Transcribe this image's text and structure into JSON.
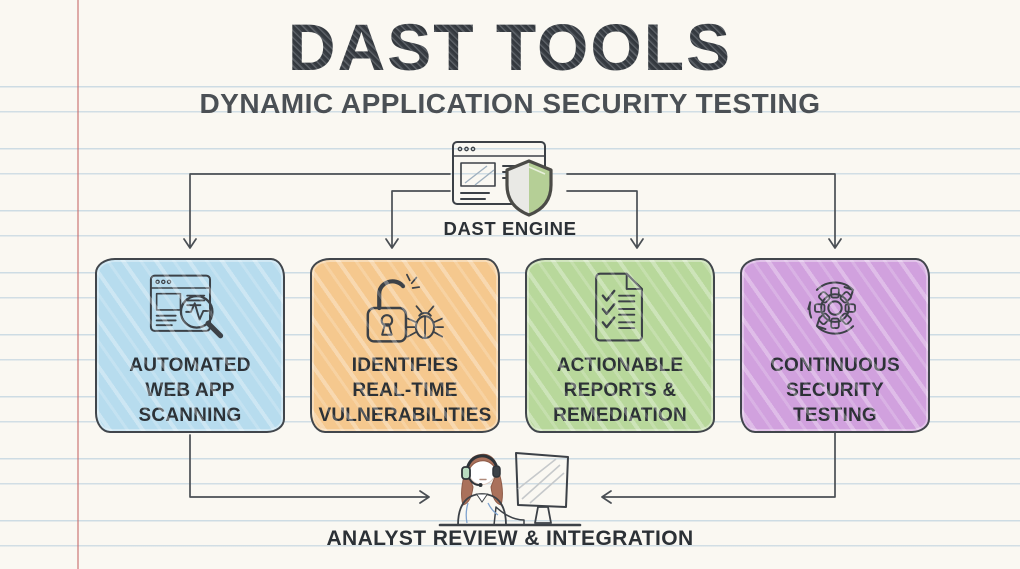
{
  "title": "DAST TOOLS",
  "subtitle": "DYNAMIC APPLICATION SECURITY TESTING",
  "engine": {
    "label": "DAST ENGINE",
    "icon": "browser-shield-icon",
    "shield_gray": "#e9e9e5",
    "shield_green": "#b5cf96"
  },
  "boxes": [
    {
      "id": "automated-web-app-scanning",
      "label": "AUTOMATED\nWEB APP\nSCANNING",
      "icon": "web-app-scan-icon",
      "color": "#b7dcee"
    },
    {
      "id": "identifies-real-time-vulnerabilities",
      "label": "IDENTIFIES\nREAL-TIME\nVULNERABILITIES",
      "icon": "broken-lock-bug-icon",
      "color": "#f5c88e"
    },
    {
      "id": "actionable-reports-remediation",
      "label": "ACTIONABLE\nREPORTS &\nREMEDIATION",
      "icon": "checklist-document-icon",
      "color": "#b8d89b"
    },
    {
      "id": "continuous-security-testing",
      "label": "CONTINUOUS\nSECURITY\nTESTING",
      "icon": "gear-cycle-icon",
      "color": "#d1a1de"
    }
  ],
  "analyst": {
    "label": "ANALYST REVIEW & INTEGRATION",
    "icon": "analyst-at-computer-icon"
  },
  "colors": {
    "paper": "#faf8f2",
    "ruled_line": "#a8c5d8",
    "margin_line": "#c66a6a",
    "ink": "#3c4147",
    "title_ink": "#383d43"
  }
}
